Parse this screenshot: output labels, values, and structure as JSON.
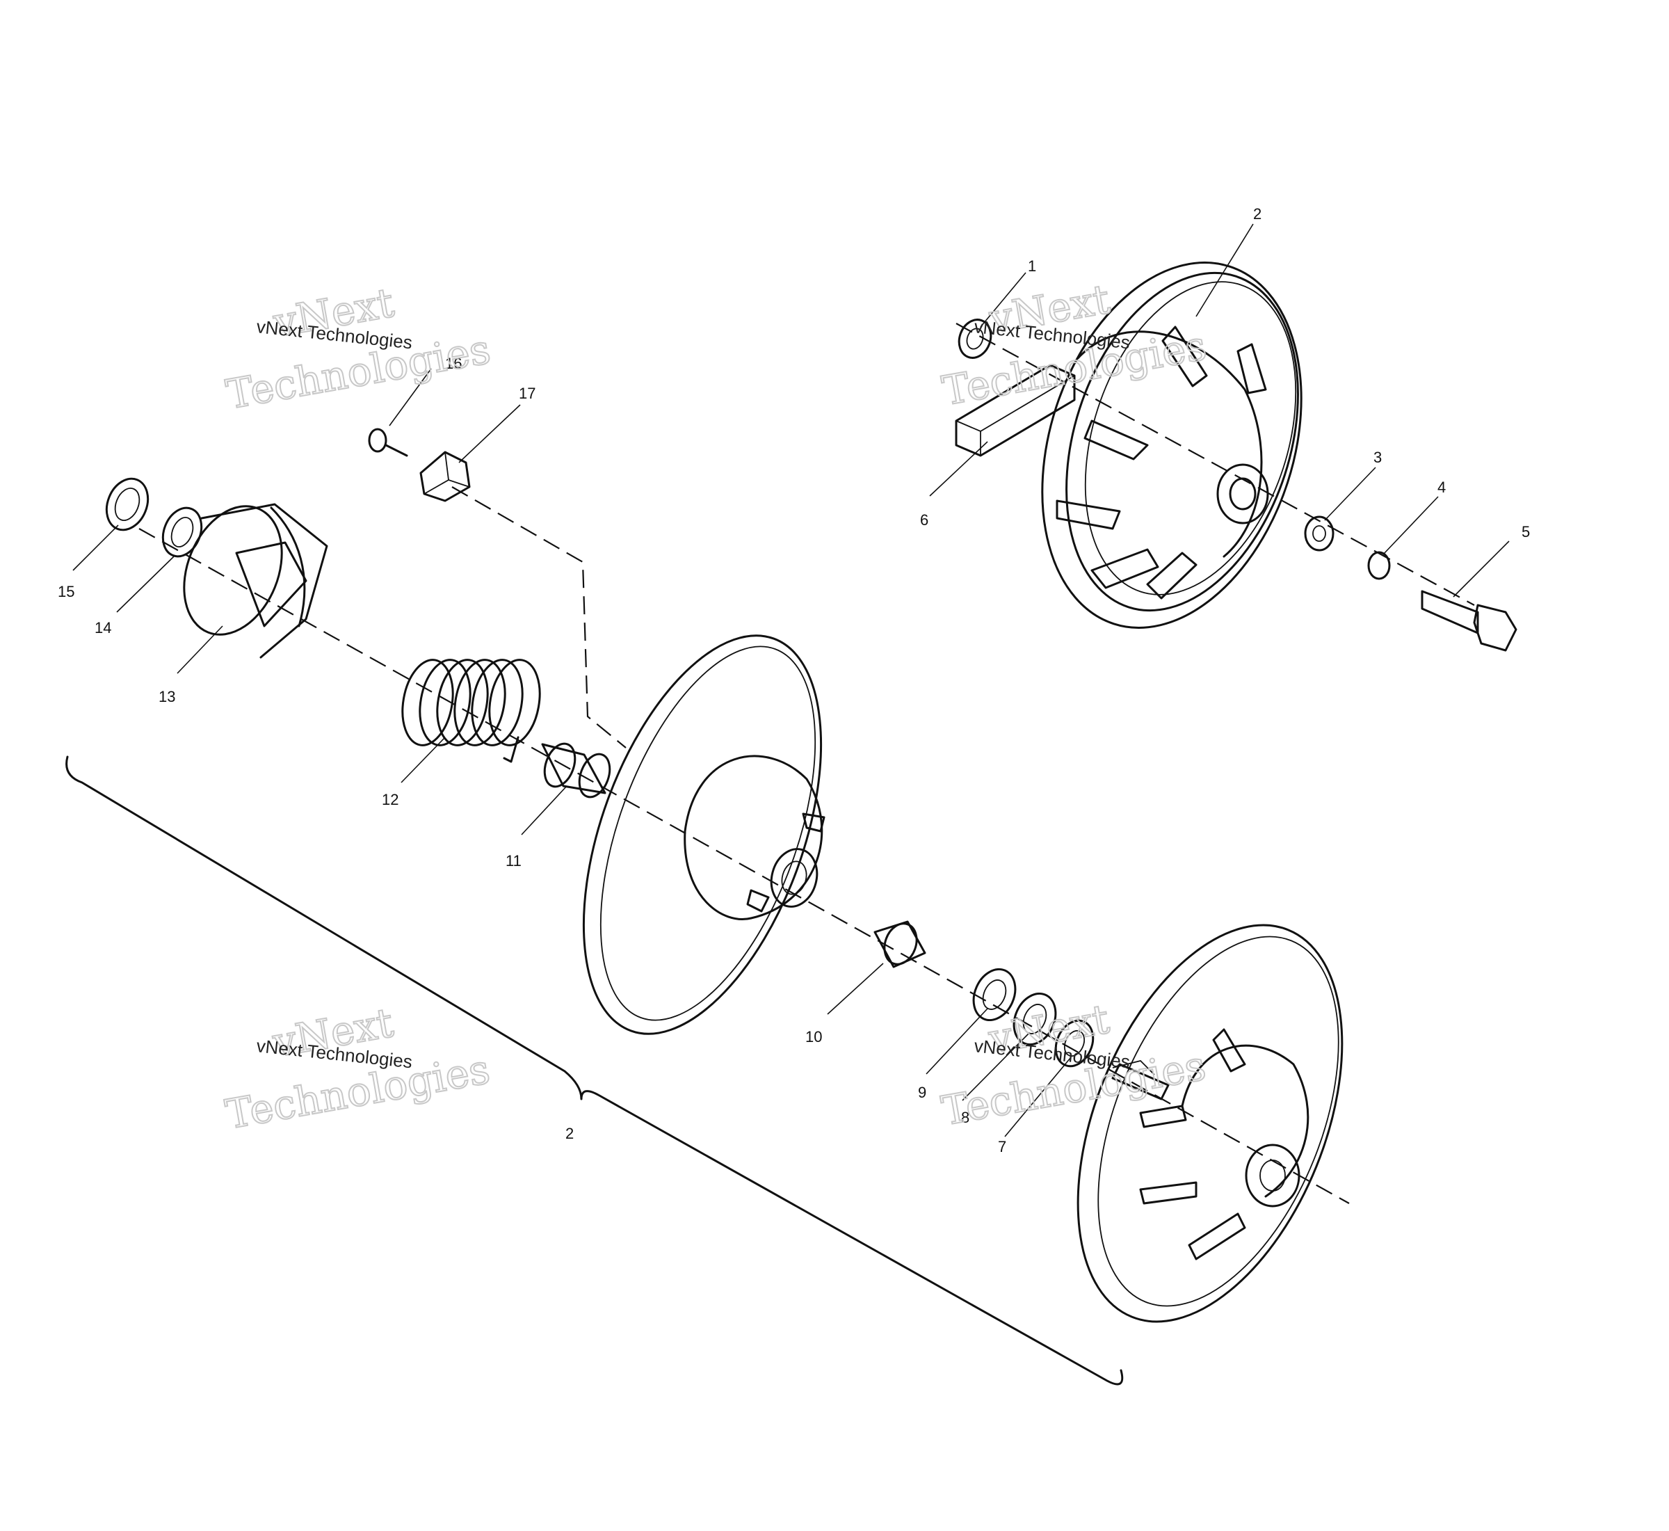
{
  "callouts": [
    "1",
    "2",
    "3",
    "4",
    "5",
    "6",
    "7",
    "8",
    "9",
    "10",
    "11",
    "12",
    "13",
    "14",
    "15",
    "16",
    "17",
    "2"
  ],
  "watermark": {
    "big_line_1": "vNext",
    "big_line_2": "Technologies",
    "small_line": "vNext Technologies"
  },
  "colors": {
    "ink": "#111111",
    "watermark": "#c8c8c8",
    "background": "#ffffff"
  }
}
